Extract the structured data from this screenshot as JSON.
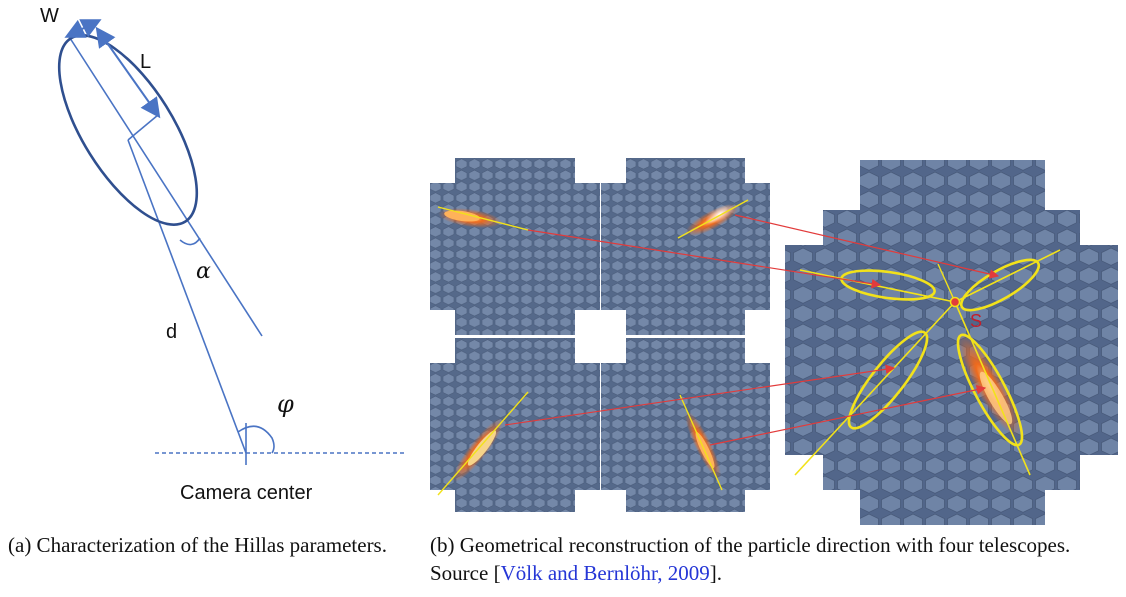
{
  "figure_a": {
    "labels": {
      "w": "W",
      "l": "L",
      "alpha": "α",
      "d": "d",
      "phi": "φ",
      "camera_center": "Camera center"
    },
    "caption": "(a) Characterization of the Hillas parameters."
  },
  "figure_b": {
    "source_label": "S",
    "caption_prefix": "(b) Geometrical reconstruction of the particle direction with four telescopes. Source [",
    "citation": "Völk and Bernlöhr, 2009",
    "caption_suffix": "]."
  },
  "colors": {
    "diagram_line": "#4a74c4",
    "ellipse_dark": "#2f4f8f",
    "camera_pixel": "#5a6f8e",
    "image_yellow": "#f2e21a",
    "image_orange": "#ef6a1d",
    "arrow_red": "#e23b3b",
    "source_label": "#c41e2a",
    "citation_link": "#2536d6"
  }
}
